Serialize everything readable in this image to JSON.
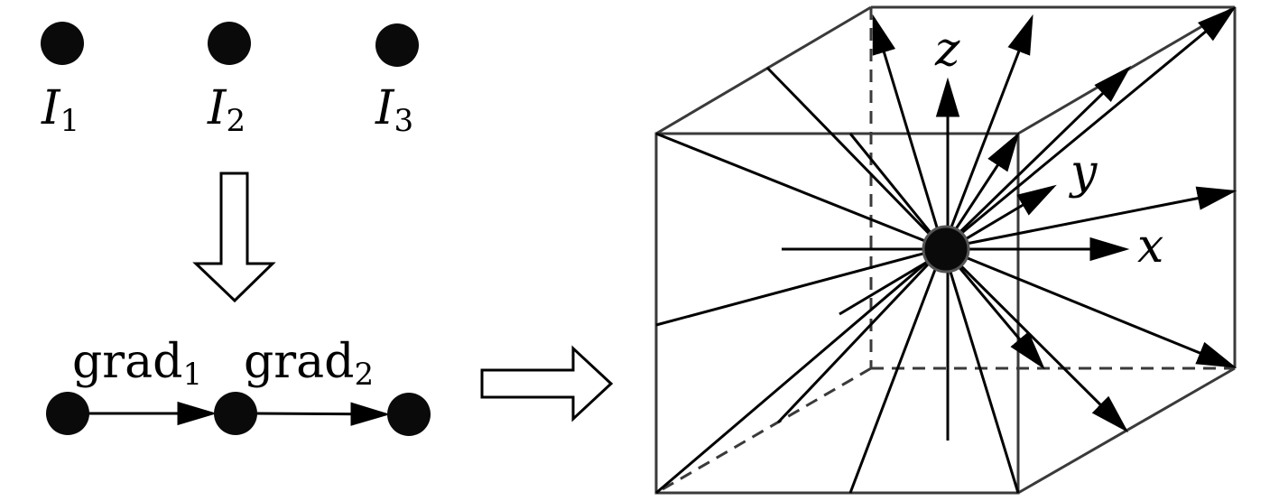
{
  "labels": {
    "I1": {
      "base": "I",
      "sub": "1"
    },
    "I2": {
      "base": "I",
      "sub": "2"
    },
    "I3": {
      "base": "I",
      "sub": "3"
    },
    "grad1": {
      "base": "grad",
      "sub": "1"
    },
    "grad2": {
      "base": "grad",
      "sub": "2"
    }
  },
  "axes": {
    "x": "x",
    "y": "y",
    "z": "z"
  },
  "colors": {
    "ink": "#000000",
    "cube": "#3a3a3a",
    "dot": "#0a0a0a"
  }
}
